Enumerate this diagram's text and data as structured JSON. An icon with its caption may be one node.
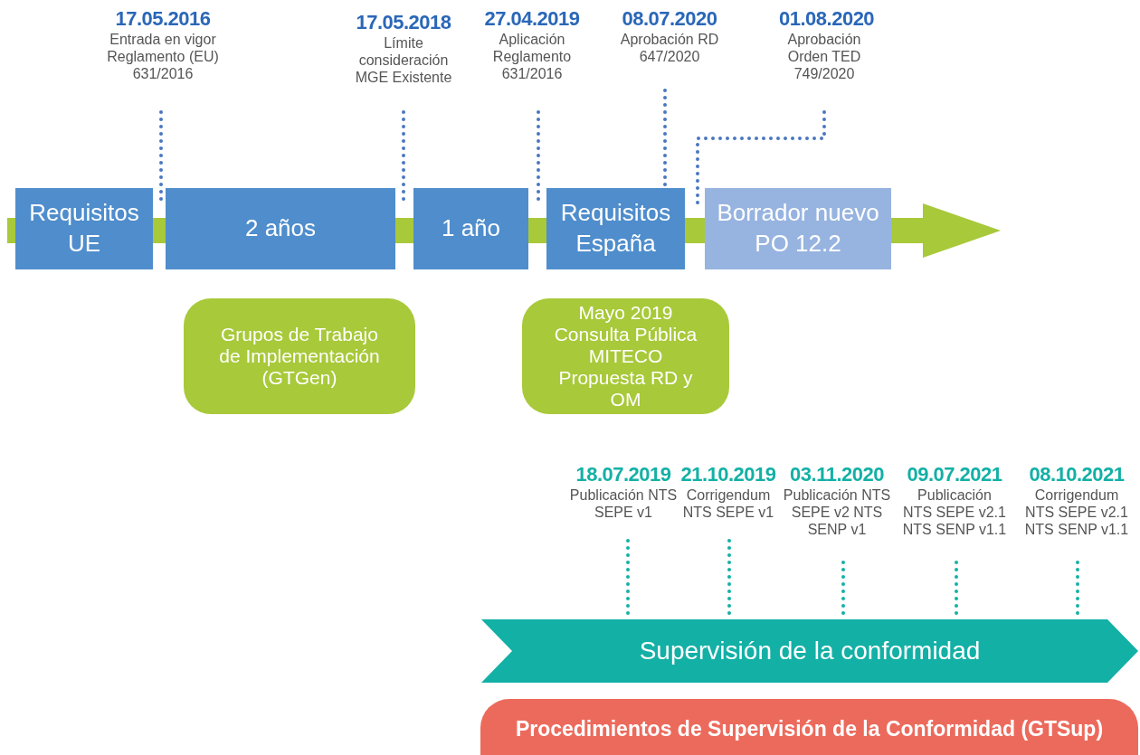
{
  "diagram": {
    "nodes": [
      {
        "text": [
          "17.05.2016",
          "Entrada en vigor Reglamento (EU) 631/2016"
        ]
      },
      {
        "text": [
          "17.05.2018",
          "Límite consideración MGE Existente"
        ]
      },
      {
        "text": [
          "27.04.2019",
          "Aplicación Reglamento 631/2016"
        ]
      },
      {
        "text": [
          "08.07.2020",
          "Aprobación RD 647/2020"
        ]
      },
      {
        "text": [
          "01.08.2020",
          "Aprobación Orden TED 749/2020"
        ]
      },
      {
        "text": [],
        "shape": "arrow"
      },
      {
        "text": [
          "Requisitos UE"
        ]
      },
      {
        "text": [
          "2 años"
        ]
      },
      {
        "text": [
          "1 año"
        ]
      },
      {
        "text": [
          "Requisitos España"
        ]
      },
      {
        "text": [
          "Borrador nuevo PO 12.2"
        ]
      },
      {
        "text": [
          "Grupos de Trabajo de Implementación (GTGen)"
        ]
      },
      {
        "text": [
          "Mayo 2019 Consulta Pública MITECO Propuesta RD y OM"
        ]
      },
      {
        "text": [
          "18.07.2019",
          "Publicación NTS SEPE v1"
        ]
      },
      {
        "text": [
          "21.10.2019",
          "Corrigendum NTS SEPE v1"
        ]
      },
      {
        "text": [
          "03.11.2020",
          "Publicación NTS SEPE v2 NTS SENP v1"
        ]
      },
      {
        "text": [
          "09.07.2021",
          "Publicación NTS SEPE v2.1 NTS SENP v1.1"
        ]
      },
      {
        "text": [
          "08.10.2021",
          "Corrigendum NTS SEPE v2.1 NTS SENP v1.1"
        ]
      },
      {
        "text": [
          "Supervisión de la conformidad"
        ]
      },
      {
        "text": [
          "Procedimientos de Supervisión de la Conformidad (GTSup)"
        ]
      }
    ],
    "edges": [
      {
        "from": 0,
        "to": 5,
        "arrow": "none",
        "color": "#4a76c0"
      },
      {
        "from": 1,
        "to": 5,
        "arrow": "none",
        "color": "#4a76c0"
      },
      {
        "from": 2,
        "to": 5,
        "arrow": "none",
        "color": "#4a76c0"
      },
      {
        "from": 3,
        "to": 9,
        "arrow": "none",
        "color": "#4a76c0"
      },
      {
        "from": 4,
        "to": 5,
        "arrow": "none",
        "color": "#4a76c0"
      },
      {
        "from": 13,
        "to": 18,
        "arrow": "none",
        "color": "#13b0a6"
      },
      {
        "from": 14,
        "to": 18,
        "arrow": "none",
        "color": "#13b0a6"
      },
      {
        "from": 15,
        "to": 18,
        "arrow": "none",
        "color": "#13b0a6"
      },
      {
        "from": 16,
        "to": 18,
        "arrow": "none",
        "color": "#13b0a6"
      },
      {
        "from": 17,
        "to": 18,
        "arrow": "none",
        "color": "#13b0a6"
      }
    ]
  }
}
